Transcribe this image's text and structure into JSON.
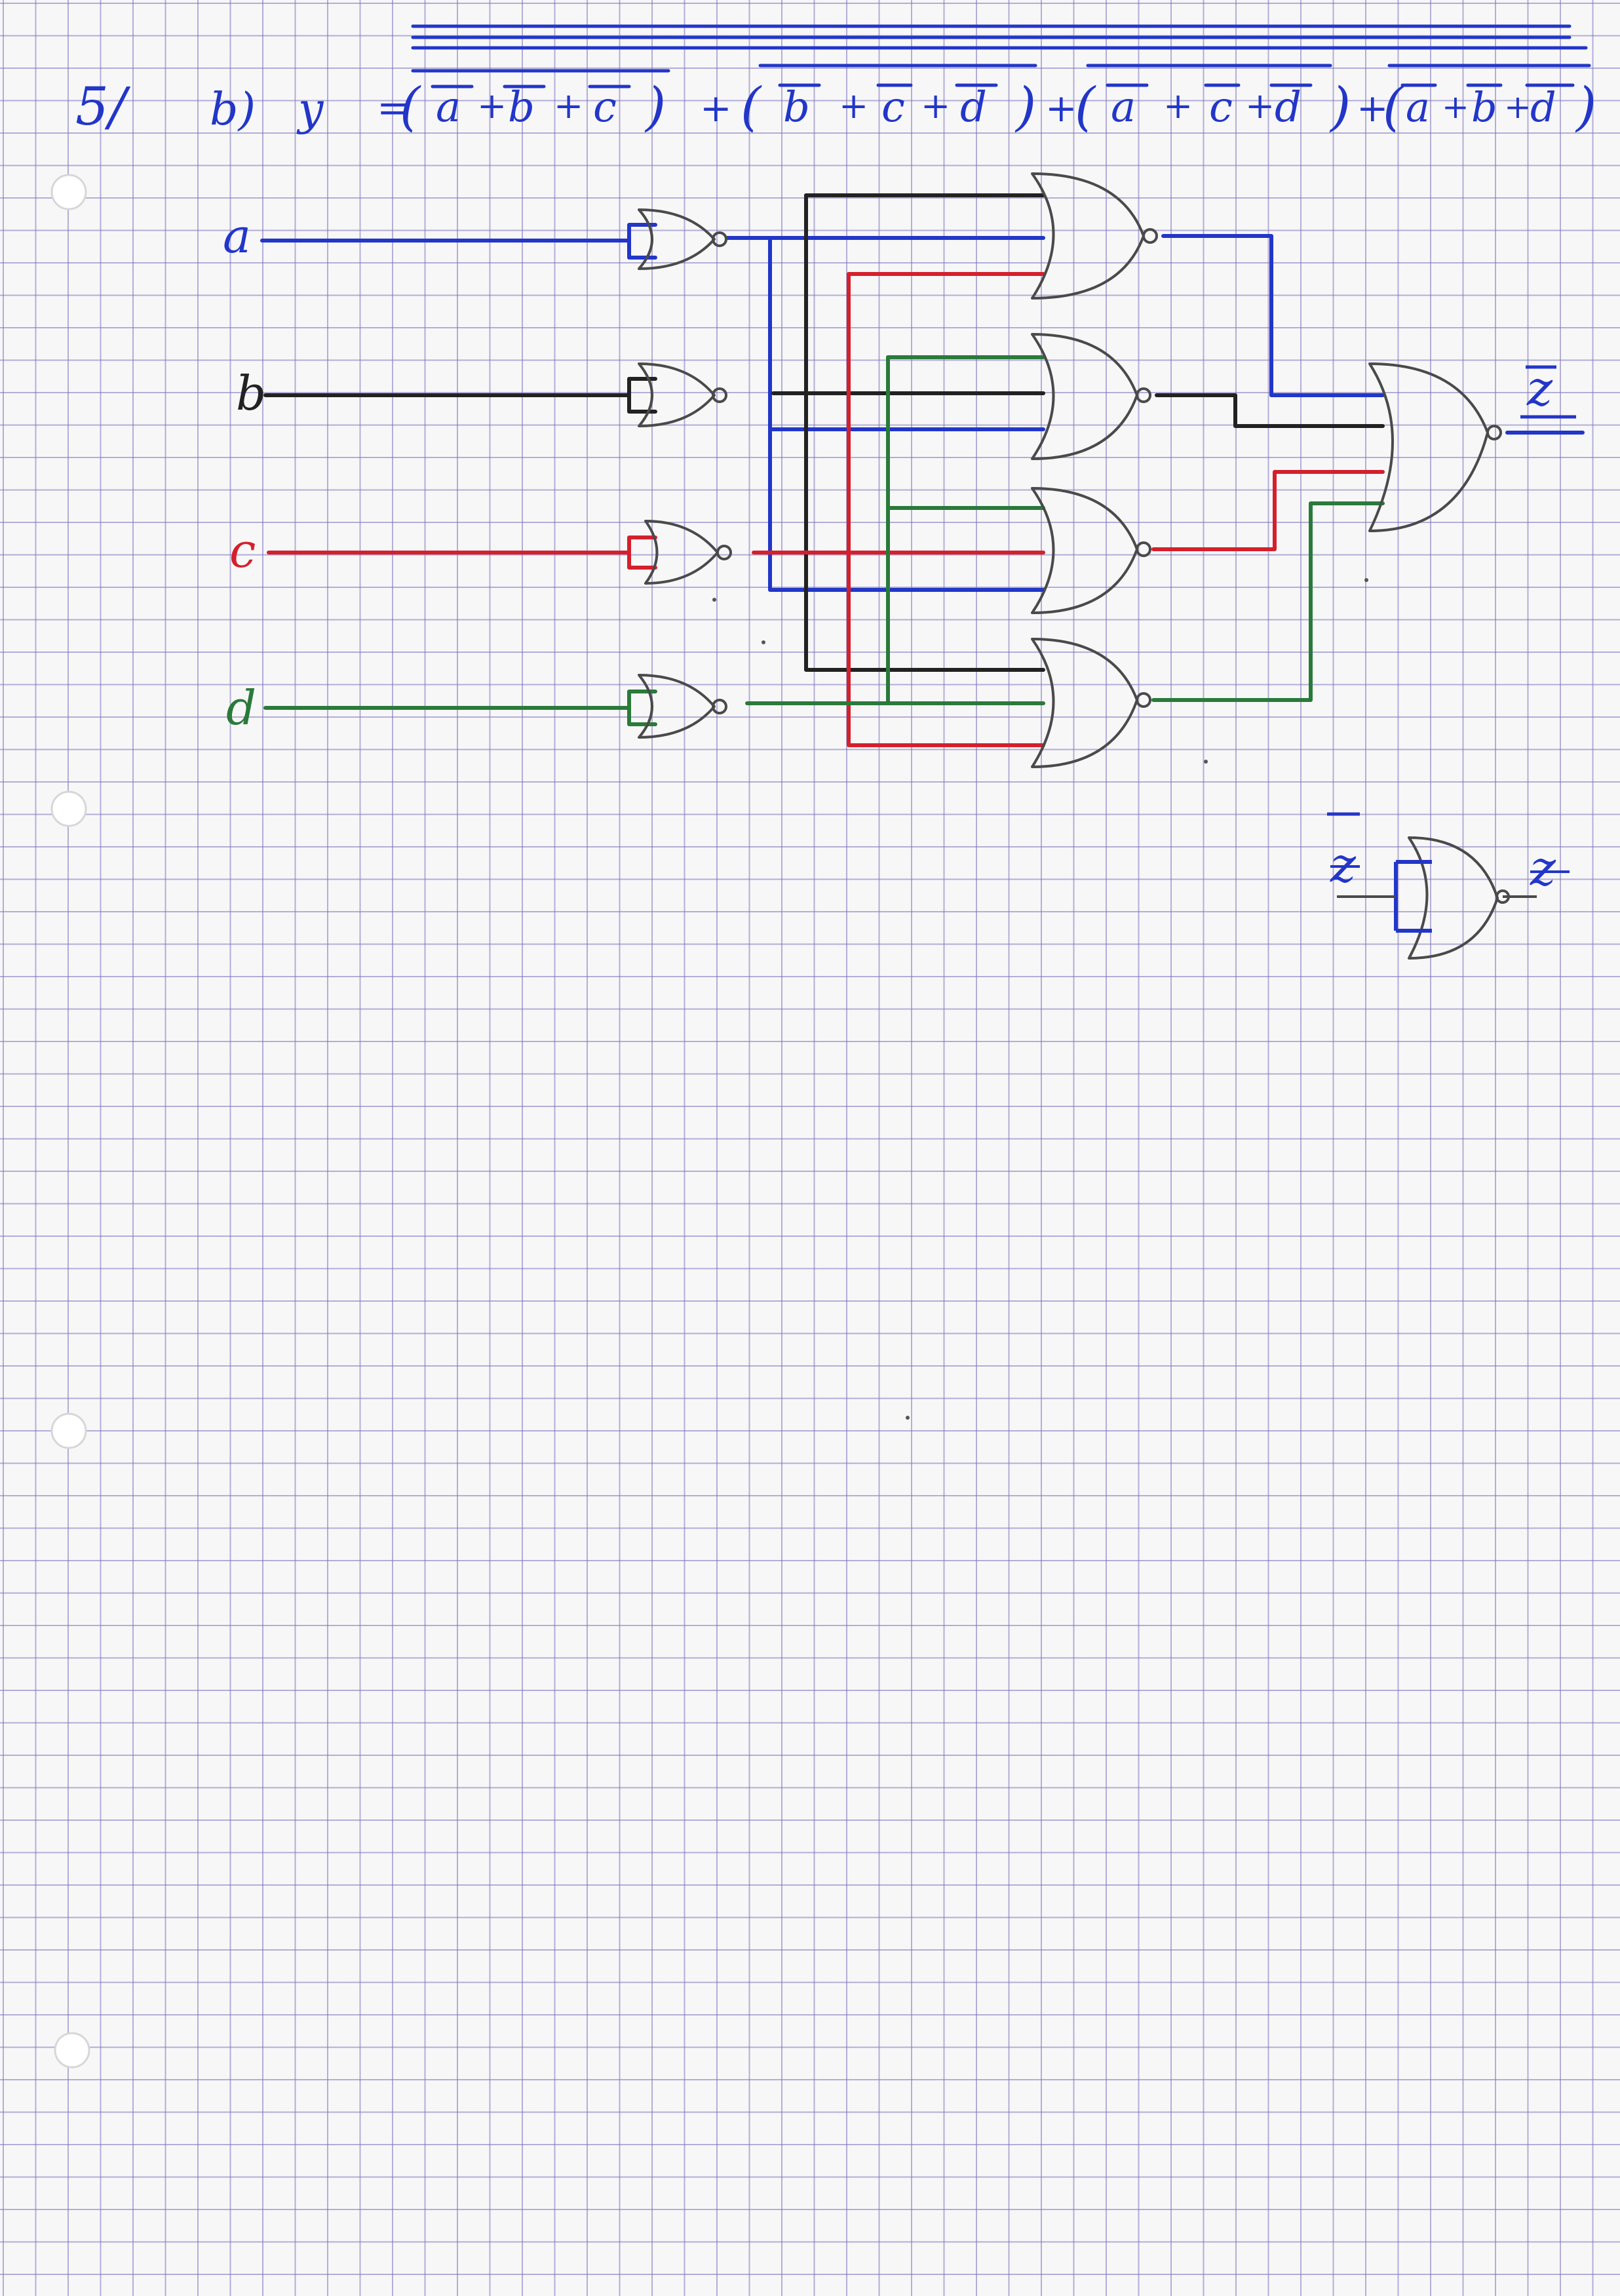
{
  "exercise": {
    "number": "5/",
    "part": "b)",
    "lhs": "y",
    "equals": "=",
    "terms": [
      {
        "open": "(",
        "vars": [
          "a",
          "b",
          "c"
        ],
        "close": ")"
      },
      {
        "open": "(",
        "vars": [
          "b",
          "c",
          "d"
        ],
        "close": ")"
      },
      {
        "open": "(",
        "vars": [
          "a",
          "c",
          "d"
        ],
        "close": ")"
      },
      {
        "open": "(",
        "vars": [
          "a",
          "b",
          "d"
        ],
        "close": ")"
      }
    ],
    "plus": "+"
  },
  "circuit": {
    "inputs": [
      {
        "name": "a",
        "color": "#2236c8"
      },
      {
        "name": "b",
        "color": "#222222"
      },
      {
        "name": "c",
        "color": "#d4202c"
      },
      {
        "name": "d",
        "color": "#2a7a3a"
      }
    ],
    "gates": {
      "inverters": [
        "a",
        "b",
        "c",
        "d"
      ],
      "product_nors": [
        [
          "a",
          "b",
          "c"
        ],
        [
          "b",
          "c",
          "d"
        ],
        [
          "a",
          "c",
          "d"
        ],
        [
          "a",
          "b",
          "d"
        ]
      ],
      "output_gate": "nor"
    },
    "output_label": "z",
    "aux_gate": {
      "input_label": "z",
      "output_label": "z"
    }
  },
  "colors": {
    "blue": "#2236c8",
    "black": "#222222",
    "red": "#d4202c",
    "green": "#2a7a3a",
    "pencil": "#4a4a4a"
  }
}
